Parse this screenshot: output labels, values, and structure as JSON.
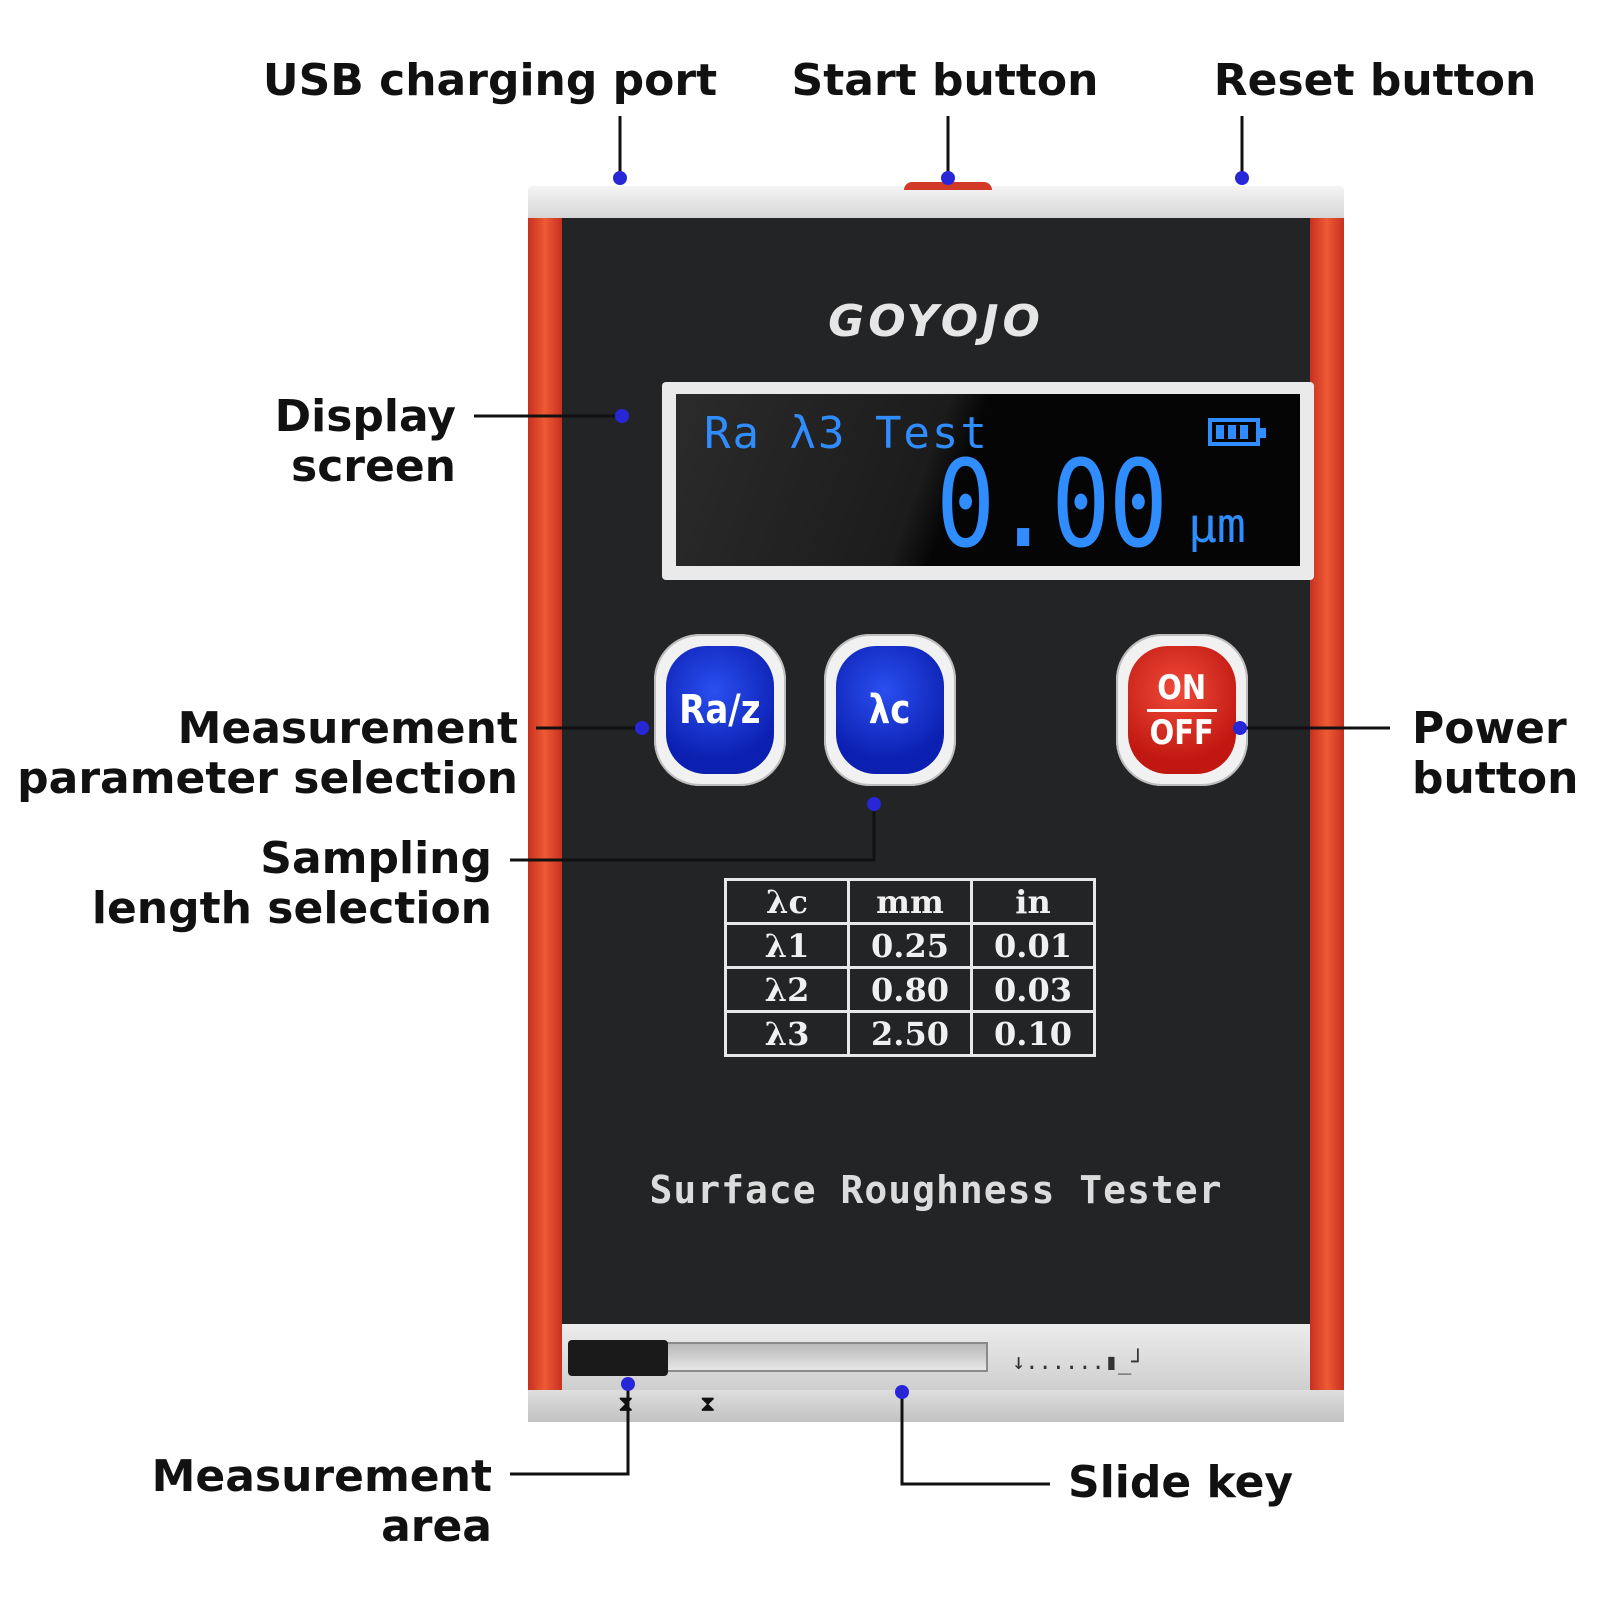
{
  "labels": {
    "usb_port": "USB charging port",
    "start_button": "Start button",
    "reset_button": "Reset button",
    "display_screen": [
      "Display",
      "screen"
    ],
    "measurement_parameter": [
      "Measurement",
      "parameter selection"
    ],
    "sampling_length": [
      "Sampling",
      "length selection"
    ],
    "power_button": [
      "Power",
      "button"
    ],
    "measurement_area": [
      "Measurement",
      "area"
    ],
    "slide_key": "Slide key"
  },
  "device": {
    "brand": "GOYOJO",
    "product_name": "Surface Roughness Tester",
    "screen": {
      "mode": "Ra λ3 Test",
      "value": "0.00",
      "unit": "μm",
      "battery_bars": 3
    },
    "keys": {
      "param_key": "Ra/z",
      "sampling_key": "λc",
      "power_on": "ON",
      "power_off": "OFF"
    },
    "table": {
      "headers": [
        "λc",
        "mm",
        "in"
      ],
      "rows": [
        [
          "λ1",
          "0.25",
          "0.01"
        ],
        [
          "λ2",
          "0.80",
          "0.03"
        ],
        [
          "λ3",
          "2.50",
          "0.10"
        ]
      ]
    },
    "scale_marks": "↓......▮_┘"
  },
  "colors": {
    "leader_dot": "#2727d8",
    "screen_text": "#2f8dff",
    "key_blue": "#0b1fb0",
    "key_red": "#c01810",
    "side_rail": "#e2492c",
    "panel": "#232426"
  }
}
